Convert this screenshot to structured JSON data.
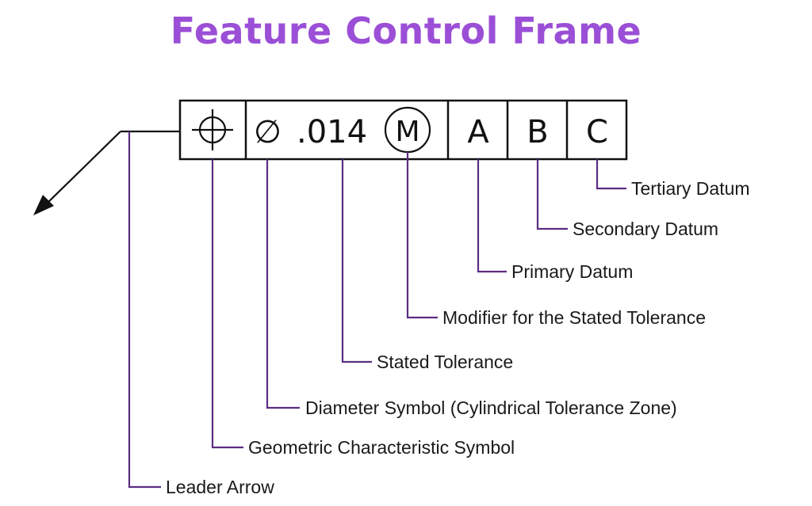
{
  "title": "Feature Control Frame",
  "colors": {
    "title": "#9b4fd6",
    "callout_line": "#5b2d82",
    "frame": "#111111"
  },
  "frame": {
    "geometric_symbol": "position-icon",
    "diameter_symbol": "∅",
    "tolerance": ".014",
    "modifier": "M",
    "datum_primary": "A",
    "datum_secondary": "B",
    "datum_tertiary": "C"
  },
  "labels": {
    "tertiary_datum": "Tertiary Datum",
    "secondary_datum": "Secondary Datum",
    "primary_datum": "Primary Datum",
    "modifier": "Modifier for the Stated Tolerance",
    "stated_tolerance": "Stated Tolerance",
    "diameter_symbol": "Diameter Symbol (Cylindrical Tolerance Zone)",
    "geometric_symbol": "Geometric Characteristic Symbol",
    "leader_arrow": "Leader Arrow"
  }
}
